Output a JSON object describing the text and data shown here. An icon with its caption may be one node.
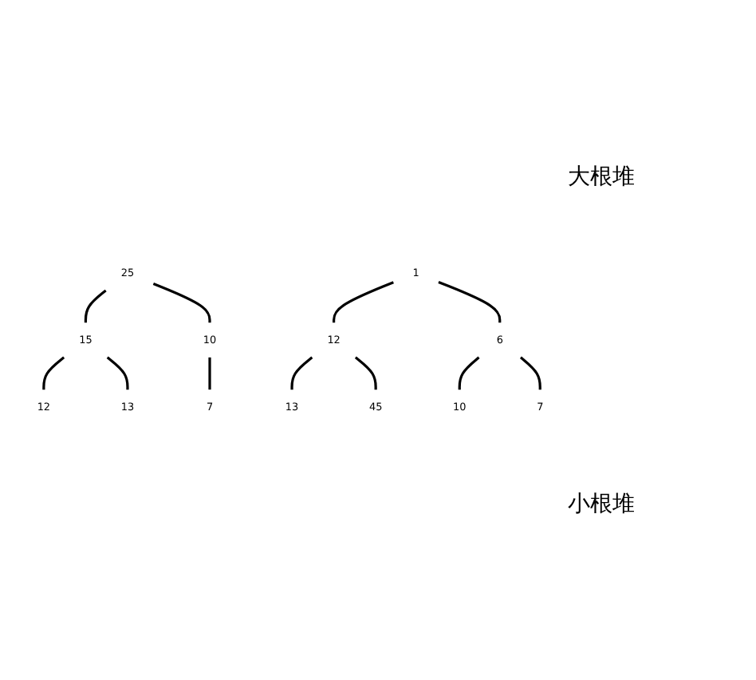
{
  "diagram": {
    "nodes": [
      {
        "text": [
          "25"
        ]
      },
      {
        "text": [
          "15"
        ]
      },
      {
        "text": [
          "10"
        ]
      },
      {
        "text": [
          "12"
        ]
      },
      {
        "text": [
          "13"
        ]
      },
      {
        "text": [
          "7"
        ]
      },
      {
        "text": [
          "1"
        ]
      },
      {
        "text": [
          "12"
        ]
      },
      {
        "text": [
          "6"
        ]
      },
      {
        "text": [
          "13"
        ]
      },
      {
        "text": [
          "45"
        ]
      },
      {
        "text": [
          "10"
        ]
      },
      {
        "text": [
          "7"
        ]
      }
    ],
    "edges": [
      {
        "from": 0,
        "to": 1,
        "arrow": "none"
      },
      {
        "from": 0,
        "to": 2,
        "arrow": "none"
      },
      {
        "from": 1,
        "to": 3,
        "arrow": "none"
      },
      {
        "from": 1,
        "to": 4,
        "arrow": "none"
      },
      {
        "from": 2,
        "to": 5,
        "arrow": "none"
      },
      {
        "from": 6,
        "to": 7,
        "arrow": "none"
      },
      {
        "from": 6,
        "to": 8,
        "arrow": "none"
      },
      {
        "from": 7,
        "to": 9,
        "arrow": "none"
      },
      {
        "from": 7,
        "to": 10,
        "arrow": "none"
      },
      {
        "from": 8,
        "to": 11,
        "arrow": "none"
      },
      {
        "from": 8,
        "to": 12,
        "arrow": "none"
      }
    ],
    "labels": [
      "大根堆",
      "小根堆"
    ]
  }
}
